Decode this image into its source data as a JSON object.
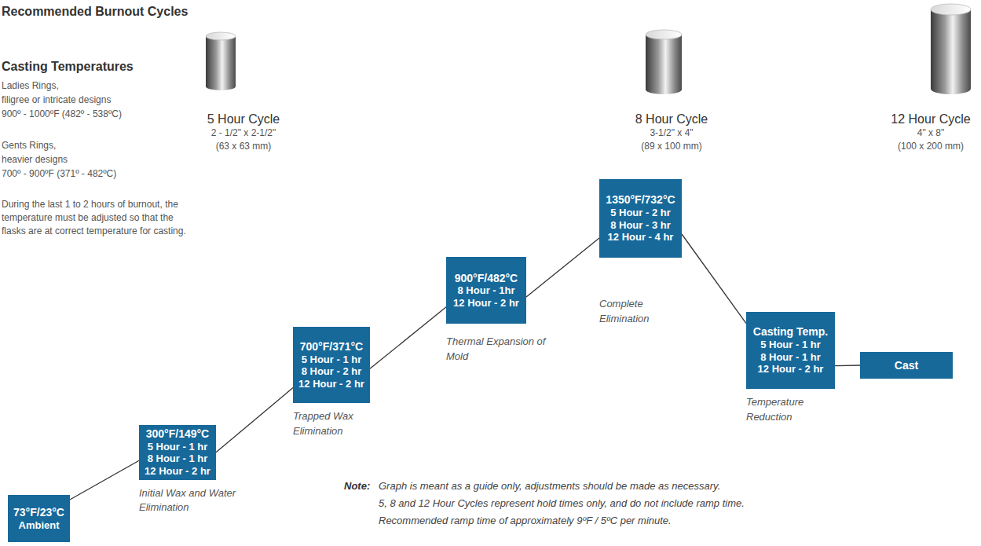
{
  "diagram": {
    "title": "Recommended Burnout Cycles",
    "nodes": [
      {
        "text": [
          "73°F/23°C",
          "Ambient"
        ]
      },
      {
        "text": [
          "300°F/149°C",
          "5 Hour  - 1 hr",
          "8 Hour - 1 hr",
          "12 Hour - 2 hr",
          "Initial Wax and Water Elimination"
        ]
      },
      {
        "text": [
          "700°F/371°C",
          "5 Hour - 1 hr",
          "8 Hour - 2 hr",
          "12 Hour - 2 hr",
          "Trapped Wax Elimination"
        ]
      },
      {
        "text": [
          "900°F/482°C",
          "8 Hour - 1hr",
          "12 Hour - 2 hr",
          "Thermal Expansion of Mold"
        ]
      },
      {
        "text": [
          "1350°F/732°C",
          "5 Hour - 2 hr",
          "8 Hour - 3 hr",
          "12 Hour - 4 hr",
          "Complete Elimination"
        ]
      },
      {
        "text": [
          "Casting Temp.",
          "5 Hour - 1 hr",
          "8 Hour - 1 hr",
          "12 Hour - 2 hr",
          "Temperature Reduction"
        ]
      },
      {
        "text": [
          "Cast"
        ]
      }
    ],
    "edges": [
      {
        "from": 0,
        "to": 1,
        "arrow": "none"
      },
      {
        "from": 1,
        "to": 2,
        "arrow": "none"
      },
      {
        "from": 2,
        "to": 3,
        "arrow": "none"
      },
      {
        "from": 3,
        "to": 4,
        "arrow": "none"
      },
      {
        "from": 4,
        "to": 5,
        "arrow": "none"
      },
      {
        "from": 5,
        "to": 6,
        "arrow": "none"
      }
    ],
    "labels": [
      "Casting Temperatures",
      "Ladies Rings,",
      "filigree or intricate designs",
      "900º - 1000ºF (482º - 538ºC)",
      "Gents Rings,",
      "heavier designs",
      "700º - 900ºF (371º - 482ºC)",
      "During the last 1 to 2 hours of burnout, the temperature must be adjusted so that the flasks are at correct temperature for casting.",
      "5 Hour Cycle",
      "2 - 1/2\" x 2-1/2\"",
      "(63 x 63 mm)",
      "8 Hour Cycle",
      "3-1/2\" x 4\"",
      "(89 x 100 mm)",
      "12 Hour Cycle",
      "4\" x 8\"",
      "(100 x 200 mm)",
      "Note:",
      "Graph is meant as a guide only, adjustments should be made as necessary.",
      "5, 8 and 12 Hour Cycles represent hold times only, and do not include ramp time.",
      "Recommended ramp time of approximately 9ºF / 5ºC per minute."
    ]
  }
}
